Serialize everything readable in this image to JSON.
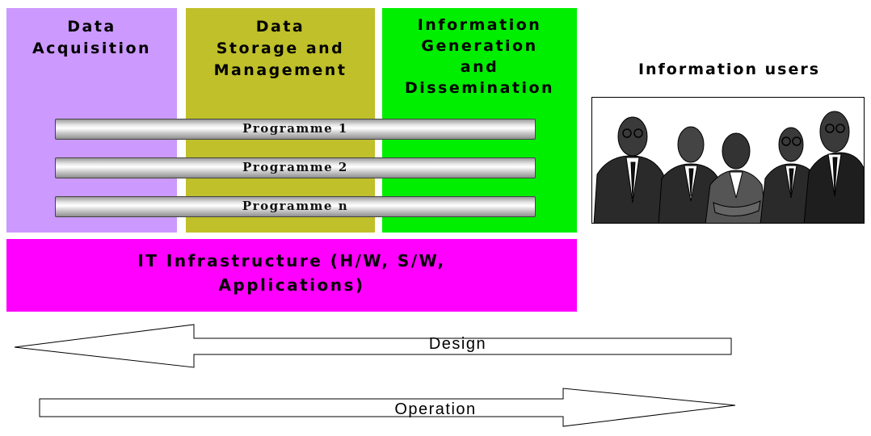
{
  "columns": {
    "acquisition": {
      "label": "Data\nAcquisition",
      "color": "#cc99ff"
    },
    "storage": {
      "label": "Data\nStorage and\nManagement",
      "color": "#bfc02a"
    },
    "information": {
      "label": "Information\nGeneration\nand\nDissemination",
      "color": "#00ee00"
    }
  },
  "programmes": [
    "Programme 1",
    "Programme 2",
    "Programme n"
  ],
  "infrastructure": {
    "label": "IT Infrastructure (H/W, S/W,\nApplications)",
    "color": "#ff00ff"
  },
  "users": {
    "title": "Information users",
    "image_icon": "group-of-business-people-icon"
  },
  "arrows": {
    "design": "Design",
    "operation": "Operation"
  }
}
